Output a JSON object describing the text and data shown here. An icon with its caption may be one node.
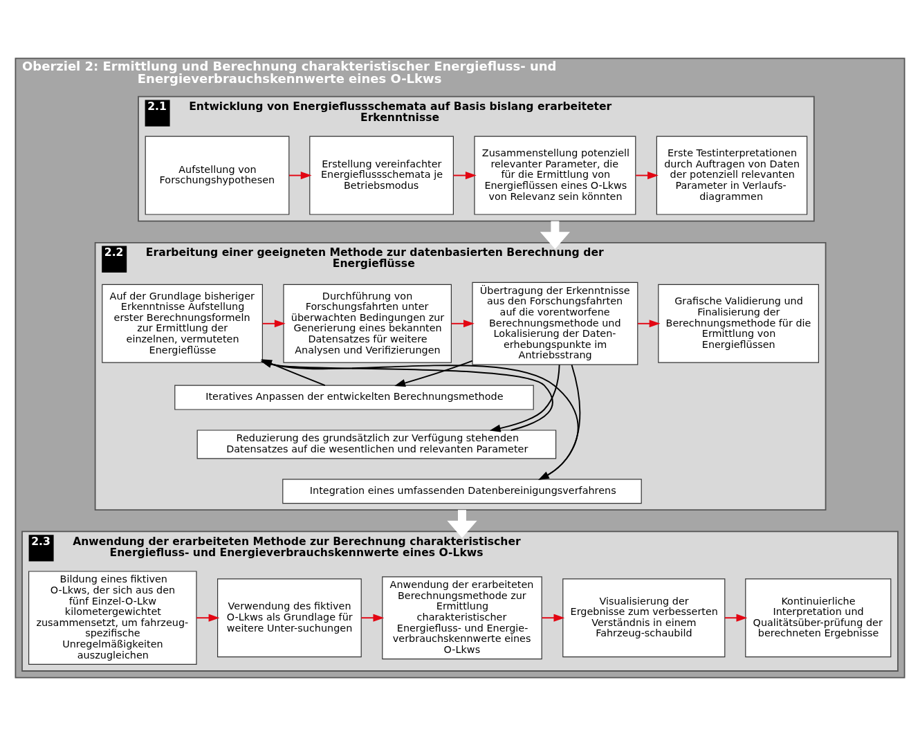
{
  "diagram": {
    "nodes": [
      {
        "text": [
          "Oberziel 2: Ermittlung und Berechnung charakteristischer Energiefluss- und Energieverbrauchskennwerte eines O-Lkws"
        ]
      },
      {
        "text": [
          "2.1",
          "Entwicklung von Energieflussschemata auf Basis bislang erarbeiteter Erkenntnisse"
        ],
        "in": 0
      },
      {
        "text": [
          "Aufstellung von Forschungshypothesen"
        ],
        "in": 1
      },
      {
        "text": [
          "Erstellung vereinfachter Energieflussschemata je Betriebsmodus"
        ],
        "in": 1
      },
      {
        "text": [
          "Zusammenstellung potenziell relevanter Parameter, die für die Ermittlung von Energieflüssen eines O-Lkws von Relevanz sein könnten"
        ],
        "in": 1
      },
      {
        "text": [
          "Erste Testinterpretationen durch Auftragen von Daten der potenziell relevanten Parameter in Verlaufs-diagrammen"
        ],
        "in": 1
      },
      {
        "text": [
          "2.2",
          "Erarbeitung einer geeigneten Methode zur datenbasierten Berechnung der Energieflüsse"
        ],
        "in": 0
      },
      {
        "text": [
          "Auf der Grundlage bisheriger Erkenntnisse Aufstellung erster Berechnungsformeln zur Ermittlung der einzelnen, vermuteten Energieflüsse"
        ],
        "in": 6
      },
      {
        "text": [
          "Durchführung von Forschungsfahrten unter überwachten Bedingungen zur Generierung eines bekannten Datensatzes für weitere Analysen und Verifizierungen"
        ],
        "in": 6
      },
      {
        "text": [
          "Übertragung der Erkenntnisse aus den Forschungsfahrten auf die vorentworfene Berechnungsmethode und Lokalisierung der Daten-erhebungspunkte im Antriebsstrang"
        ],
        "in": 6
      },
      {
        "text": [
          "Grafische Validierung und Finalisierung der Berechnungsmethode für die Ermittlung von Energieflüssen"
        ],
        "in": 6
      },
      {
        "text": [
          "Iteratives Anpassen der entwickelten Berechnungsmethode"
        ],
        "in": 6
      },
      {
        "text": [
          "Reduzierung des grundsätzlich zur Verfügung stehenden Datensatzes auf die wesentlichen und relevanten Parameter"
        ],
        "in": 6
      },
      {
        "text": [
          "Integration eines umfassenden Datenbereinigungsverfahrens"
        ],
        "in": 6
      },
      {
        "text": [
          "2.3",
          "Anwendung der erarbeiteten Methode zur Berechnung charakteristischer Energiefluss- und Energieverbrauchskennwerte eines O-Lkws"
        ],
        "in": 0
      },
      {
        "text": [
          "Bildung eines fiktiven O-Lkws, der sich aus den fünf Einzel-O-Lkw kilometergewichtet zusammensetzt, um fahrzeug-spezifische Unregelmäßigkeiten auszugleichen"
        ],
        "in": 14
      },
      {
        "text": [
          "Verwendung des fiktiven O-Lkws als Grundlage für weitere Unter-suchungen"
        ],
        "in": 14
      },
      {
        "text": [
          "Anwendung der erarbeiteten Berechnungsmethode zur Ermittlung charakteristischer Energiefluss- und Energie-verbrauchskennwerte eines O-Lkws"
        ],
        "in": 14
      },
      {
        "text": [
          "Visualisierung der Ergebnisse zum verbesserten Verständnis in einem Fahrzeug-schaubild"
        ],
        "in": 14
      },
      {
        "text": [
          "Kontinuierliche Interpretation und Qualitätsüber-prüfung der berechneten Ergebnisse"
        ],
        "in": 14
      }
    ],
    "edges": [
      {
        "from": 2,
        "to": 3,
        "arrow": "to"
      },
      {
        "from": 3,
        "to": 4,
        "arrow": "to"
      },
      {
        "from": 4,
        "to": 5,
        "arrow": "to"
      },
      {
        "from": 1,
        "to": 6,
        "arrow": "to",
        "style": "thick",
        "color": "#ffffff"
      },
      {
        "from": 7,
        "to": 8,
        "arrow": "to"
      },
      {
        "from": 8,
        "to": 9,
        "arrow": "to"
      },
      {
        "from": 9,
        "to": 10,
        "arrow": "to"
      },
      {
        "from": 9,
        "to": 11,
        "arrow": "to",
        "color": "#000000"
      },
      {
        "from": 9,
        "to": 12,
        "arrow": "to",
        "color": "#000000"
      },
      {
        "from": 9,
        "to": 13,
        "arrow": "to",
        "color": "#000000"
      },
      {
        "from": 11,
        "to": 7,
        "arrow": "to",
        "color": "#000000"
      },
      {
        "from": 12,
        "to": 7,
        "arrow": "to",
        "color": "#000000"
      },
      {
        "from": 13,
        "to": 7,
        "arrow": "to",
        "color": "#000000"
      },
      {
        "from": 6,
        "to": 14,
        "arrow": "to",
        "style": "thick",
        "color": "#ffffff"
      },
      {
        "from": 15,
        "to": 16,
        "arrow": "to"
      },
      {
        "from": 16,
        "to": 17,
        "arrow": "to"
      },
      {
        "from": 17,
        "to": 18,
        "arrow": "to"
      },
      {
        "from": 18,
        "to": 19,
        "arrow": "to"
      }
    ]
  }
}
